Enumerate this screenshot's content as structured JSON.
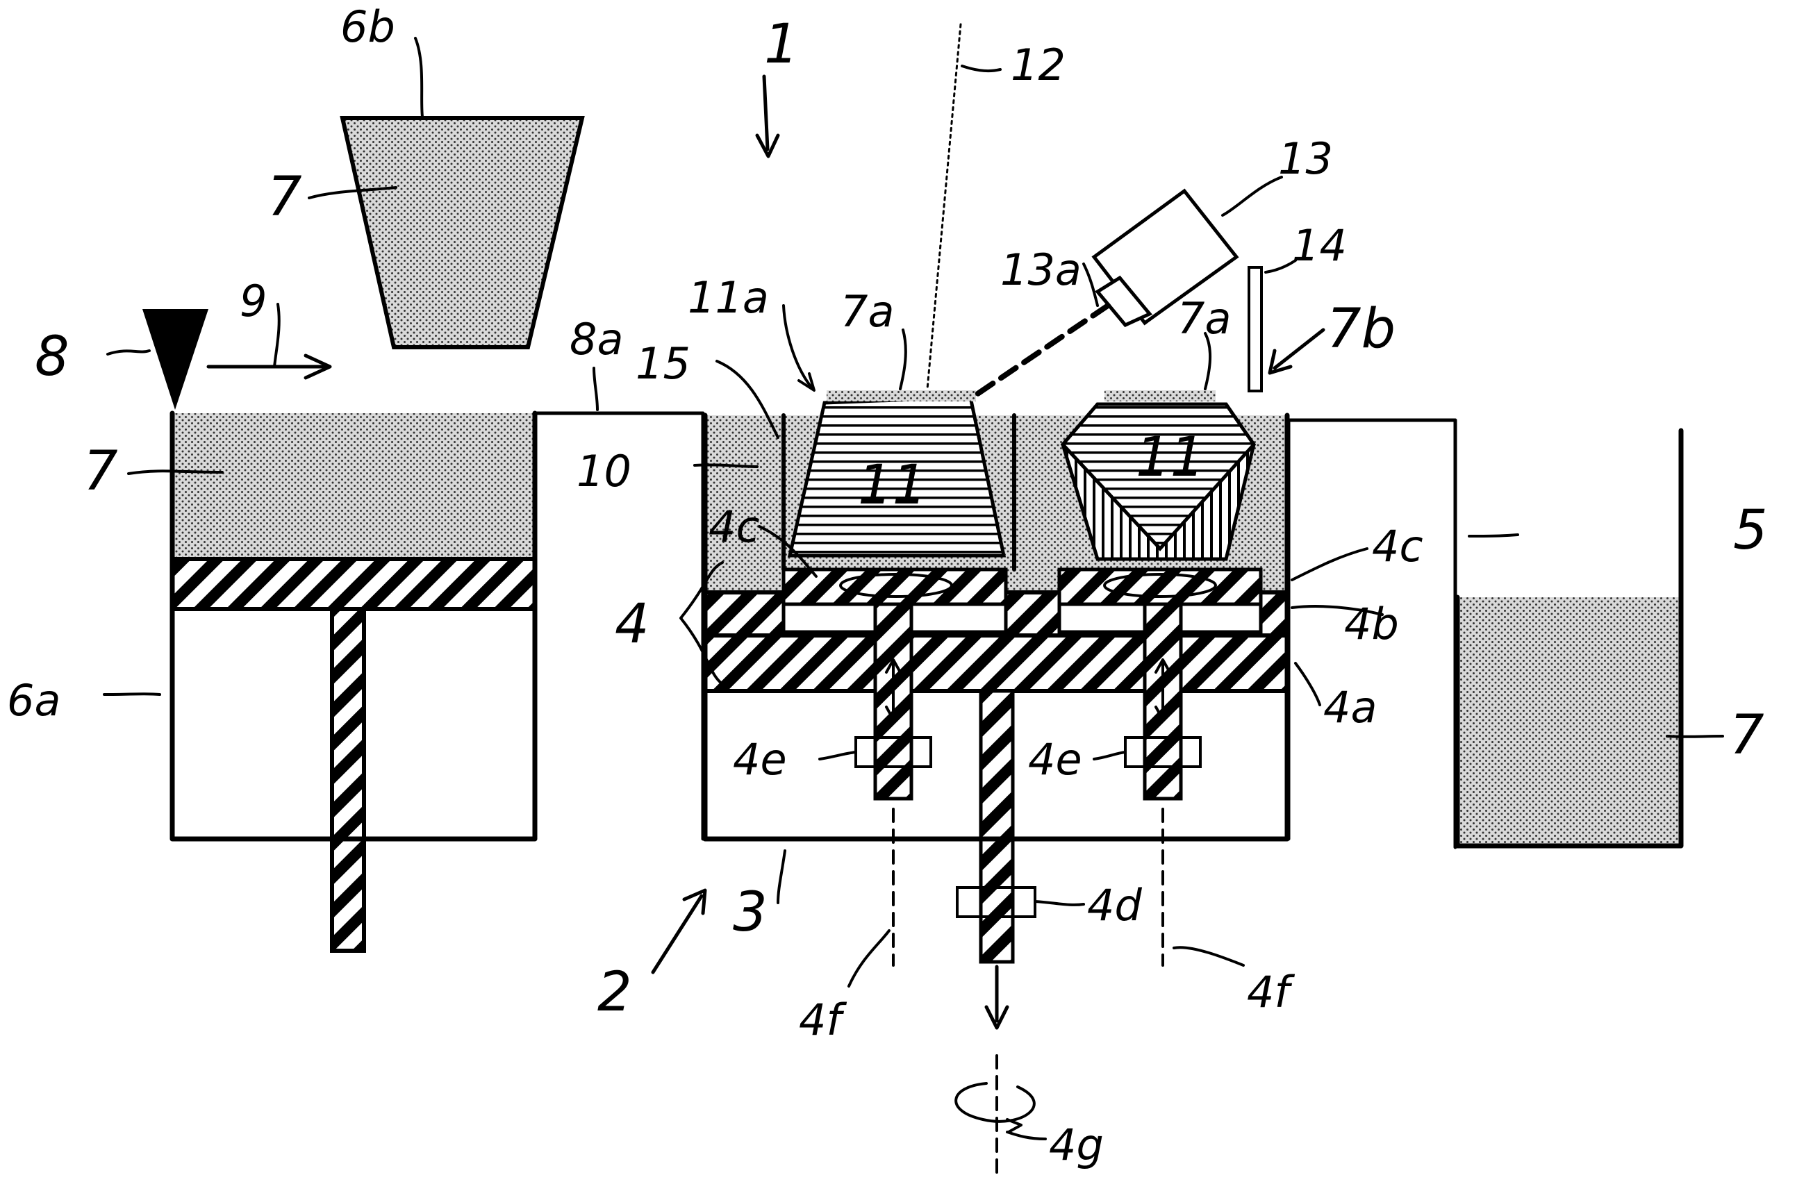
{
  "figure": {
    "labels": {
      "l1": "1",
      "l2": "2",
      "l3": "3",
      "l4": "4",
      "l4a": "4a",
      "l4b": "4b",
      "l4c_left": "4c",
      "l4c_right": "4c",
      "l4d": "4d",
      "l4e_left": "4e",
      "l4e_right": "4e",
      "l4f_left": "4f",
      "l4f_right": "4f",
      "l4g": "4g",
      "l5": "5",
      "l6a": "6a",
      "l6b": "6b",
      "l7_hopper": "7",
      "l7_left": "7",
      "l7_right": "7",
      "l7a_left": "7a",
      "l7a_right": "7a",
      "l7b": "7b",
      "l8": "8",
      "l8a": "8a",
      "l9": "9",
      "l10": "10",
      "l11_left": "11",
      "l11_right": "11",
      "l11a": "11a",
      "l12": "12",
      "l13": "13",
      "l13a": "13a",
      "l14": "14",
      "l15": "15"
    }
  }
}
